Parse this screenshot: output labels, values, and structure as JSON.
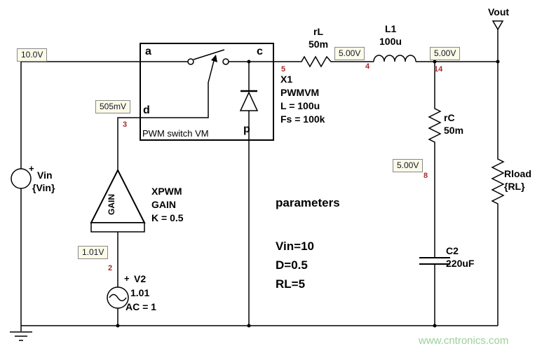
{
  "colors": {
    "wire": "#000000",
    "node_number": "#a52a2a",
    "label_box_bg": "#fbfbe8",
    "label_box_border": "#888888",
    "watermark": "#9cd09c"
  },
  "voltage_labels": {
    "input": "10.0V",
    "duty_mv": "505mV",
    "control": "1.01V",
    "after_rl": "5.00V",
    "node14": "5.00V",
    "node8": "5.00V"
  },
  "node_numbers": {
    "n5": "5",
    "n4": "4",
    "n14": "14",
    "n3": "3",
    "n2": "2",
    "n8": "8"
  },
  "pwm_block": {
    "terminal_a": "a",
    "terminal_c": "c",
    "terminal_d": "d",
    "terminal_p": "p",
    "caption": "PWM switch VM"
  },
  "components": {
    "vin": {
      "plus": "+",
      "name": "Vin",
      "value": "{Vin}"
    },
    "v2": {
      "plus": "+",
      "name": "V2",
      "value": "1.01",
      "ac": "AC = 1"
    },
    "xpwm": {
      "inner": "GAIN",
      "name": "XPWM",
      "type": "GAIN",
      "gain": "K = 0.5"
    },
    "x1": {
      "name": "X1",
      "model": "PWMVM",
      "inductance": "L = 100u",
      "frequency": "Fs = 100k"
    },
    "rl": {
      "name": "rL",
      "value": "50m"
    },
    "l1": {
      "name": "L1",
      "value": "100u"
    },
    "rc": {
      "name": "rC",
      "value": "50m"
    },
    "c2": {
      "name": "C2",
      "value": "220uF"
    },
    "rload": {
      "name": "Rload",
      "value": "{RL}"
    },
    "vout": {
      "name": "Vout"
    }
  },
  "parameters": {
    "heading": "parameters",
    "lines": [
      "Vin=10",
      "D=0.5",
      "RL=5"
    ]
  },
  "watermark": "www.cntronics.com"
}
